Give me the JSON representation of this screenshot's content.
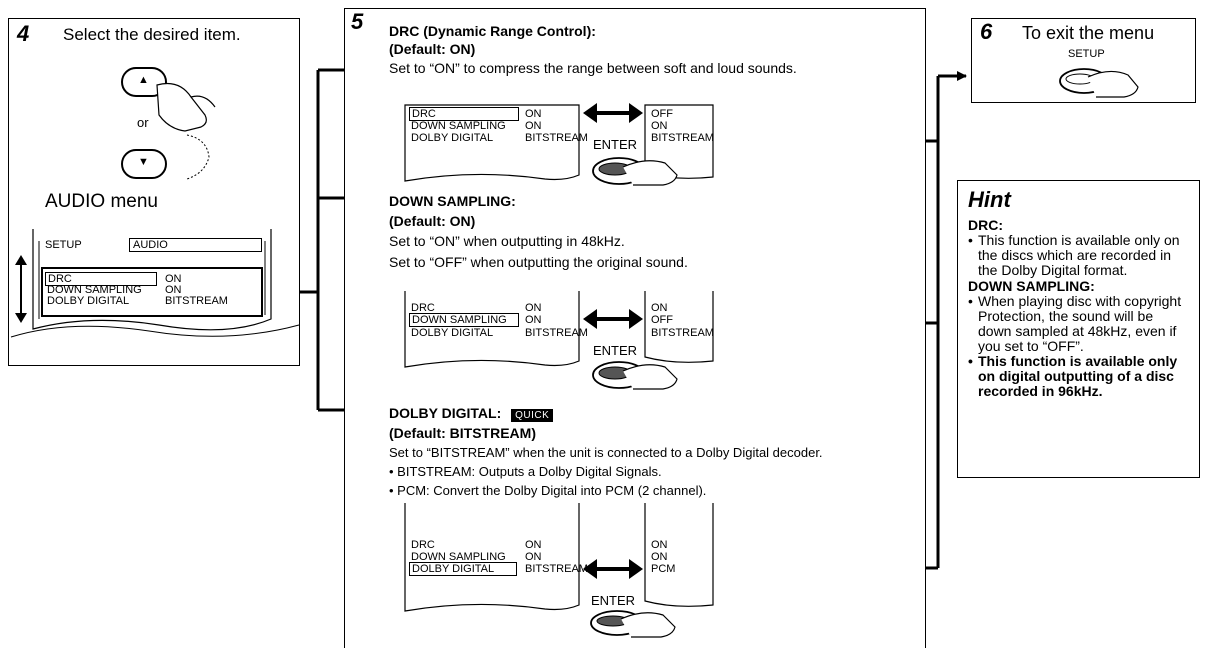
{
  "step4": {
    "number": "4",
    "title": "Select the desired item.",
    "or_label": "or",
    "up_glyph": "▲",
    "down_glyph": "▼",
    "menu_label": "AUDIO menu",
    "screen": {
      "setup": "SETUP",
      "audio": "AUDIO",
      "rows": [
        {
          "item": "DRC",
          "value": "ON"
        },
        {
          "item": "DOWN SAMPLING",
          "value": "ON"
        },
        {
          "item": "DOLBY DIGITAL",
          "value": "BITSTREAM"
        }
      ]
    }
  },
  "step5": {
    "number": "5",
    "drc": {
      "heading": "DRC (Dynamic Range Control):",
      "default": "(Default: ON)",
      "desc": "Set to “ON” to compress the range between soft and loud sounds.",
      "left": [
        {
          "item": "DRC",
          "value": "ON"
        },
        {
          "item": "DOWN SAMPLING",
          "value": "ON"
        },
        {
          "item": "DOLBY DIGITAL",
          "value": "BITSTREAM"
        }
      ],
      "right": [
        "OFF",
        "ON",
        "BITSTREAM"
      ],
      "enter": "ENTER"
    },
    "down": {
      "heading": "DOWN SAMPLING:",
      "default": "(Default: ON)",
      "desc1": "Set to “ON” when outputting in 48kHz.",
      "desc2": "Set to “OFF” when outputting the original sound.",
      "left": [
        {
          "item": "DRC",
          "value": "ON"
        },
        {
          "item": "DOWN SAMPLING",
          "value": "ON"
        },
        {
          "item": "DOLBY DIGITAL",
          "value": "BITSTREAM"
        }
      ],
      "right": [
        "ON",
        "OFF",
        "BITSTREAM"
      ],
      "enter": "ENTER"
    },
    "dolby": {
      "heading": "DOLBY DIGITAL:",
      "quick": "QUICK",
      "default": "(Default: BITSTREAM)",
      "desc": "Set to “BITSTREAM” when the unit is connected to a Dolby Digital decoder.",
      "bullet1": "• BITSTREAM: Outputs a Dolby Digital Signals.",
      "bullet2": "• PCM: Convert the Dolby Digital into PCM (2 channel).",
      "left": [
        {
          "item": "DRC",
          "value": "ON"
        },
        {
          "item": "DOWN SAMPLING",
          "value": "ON"
        },
        {
          "item": "DOLBY DIGITAL",
          "value": "BITSTREAM"
        }
      ],
      "right": [
        "ON",
        "ON",
        "PCM"
      ],
      "enter": "ENTER"
    }
  },
  "step6": {
    "number": "6",
    "title": "To exit the menu",
    "setup_label": "SETUP"
  },
  "hint": {
    "title": "Hint",
    "drc_heading": "DRC:",
    "drc_items": [
      "This function is available only on the discs which are recorded in the Dolby Digital format."
    ],
    "down_heading": "DOWN SAMPLING:",
    "down_item1": "When playing disc with copyright Protection, the sound will be down sampled at 48kHz, even if you set to “OFF”.",
    "down_item2": "This function is available only on digital outputting of a disc recorded in 96kHz."
  },
  "icons": [
    "up-button-icon",
    "down-button-icon",
    "finger-press-icon",
    "double-arrow-icon",
    "enter-button-icon",
    "setup-button-icon"
  ]
}
